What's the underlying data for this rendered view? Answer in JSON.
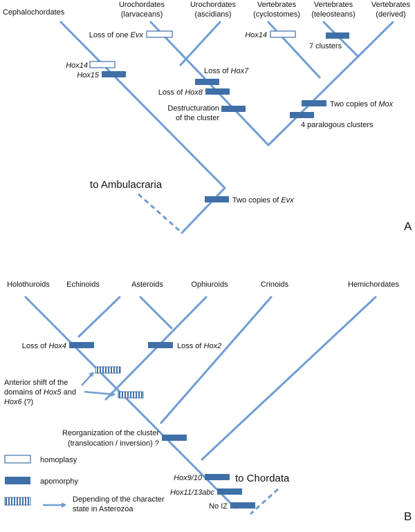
{
  "colors": {
    "branch": "#6f9dd3",
    "apomorphy": "#3f6fa7",
    "homoplasy_fill": "#ffffff",
    "homoplasy_stroke": "#3f6fa7",
    "text": "#111111"
  },
  "panel_a": {
    "letter": "A",
    "taxa": [
      {
        "line1": "Cephalochordates",
        "line2": ""
      },
      {
        "line1": "Urochordates",
        "line2": "(larvaceans)"
      },
      {
        "line1": "Urochordates",
        "line2": "(ascidians)"
      },
      {
        "line1": "Vertebrates",
        "line2": "(cyclostomes)"
      },
      {
        "line1": "Vertebrates",
        "line2": "(teleosteans)"
      },
      {
        "line1": "Vertebrates",
        "line2": "(derived)"
      }
    ],
    "characters": {
      "loss_evx_pre": "Loss of one ",
      "loss_evx_gene": "Evx",
      "hox14_a": "Hox14",
      "hox15": "Hox15",
      "loss_hox7_pre": "Loss of ",
      "loss_hox7_gene": "Hox7",
      "loss_hox8_pre": "Loss of ",
      "loss_hox8_gene": "Hox8",
      "destruct_1": "Destructuration",
      "destruct_2": "of the cluster",
      "hox14_b": "Hox14",
      "seven_clusters": "7 clusters",
      "two_mox_pre": "Two copies of ",
      "two_mox_gene": "Mox",
      "four_clusters": "4 paralogous clusters",
      "two_evx_pre": "Two copies of ",
      "two_evx_gene": "Evx"
    },
    "to_outgroup": "to Ambulacraria"
  },
  "panel_b": {
    "letter": "B",
    "taxa": [
      "Holothuroids",
      "Echinoids",
      "Asteroids",
      "Ophiuroids",
      "Crinoids",
      "Hemichordates"
    ],
    "characters": {
      "loss_hox4_pre": "Loss of ",
      "loss_hox4_gene": "Hox4",
      "loss_hox2_pre": "Loss of ",
      "loss_hox2_gene": "Hox2",
      "ant_1": "Anterior shift of the",
      "ant_2_pre": "domains of ",
      "ant_2_gene": "Hox5",
      "ant_2_post": " and",
      "ant_3_gene": "Hox6",
      "ant_3_post": " (?)",
      "reorg_1": "Reorganization of the cluster",
      "reorg_2": "(translocation / inversion) ?",
      "hox9_10": "Hox9/10",
      "hox11_13": "Hox11/13abc",
      "no_iz": "No IZ"
    },
    "to_outgroup": "to Chordata"
  },
  "legend": {
    "homoplasy": "homoplasy",
    "apomorphy": "apomorphy",
    "depending_1": "Depending of the character",
    "depending_2": "state in Asterozoa"
  }
}
